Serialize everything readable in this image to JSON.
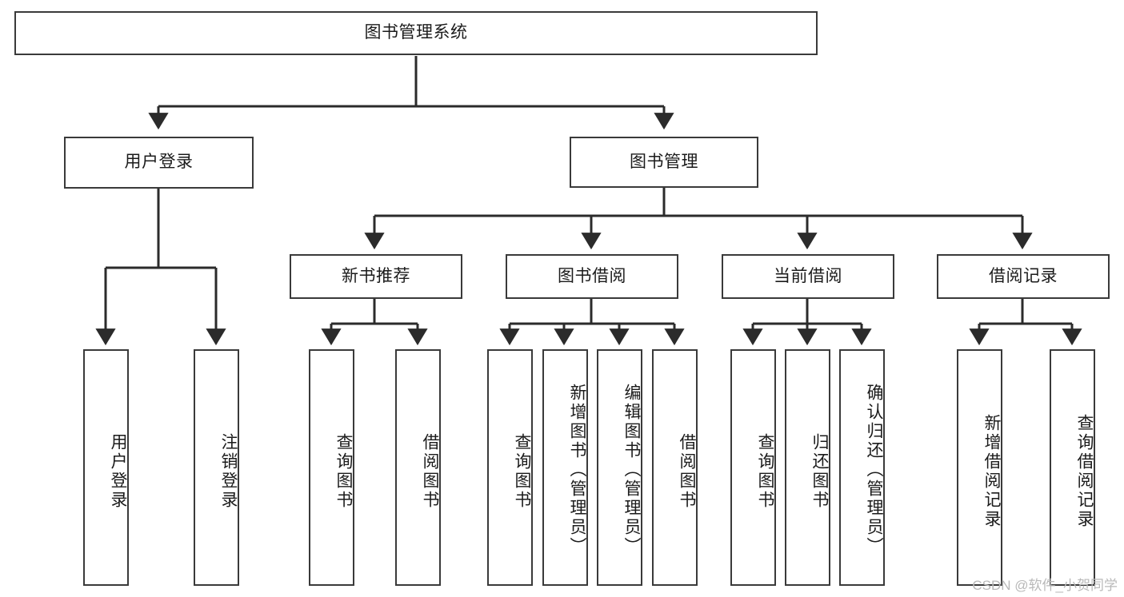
{
  "diagram": {
    "title": "图书管理系统",
    "type": "tree-hierarchy",
    "colors": {
      "background": "#ffffff",
      "box_border": "#3a3a3a",
      "box_fill": "#ffffff",
      "connector": "#2b2b2b",
      "text": "#1b1b1b",
      "watermark": "#b9b9b9"
    },
    "root": {
      "label": "图书管理系统"
    },
    "level1": [
      {
        "label": "用户登录"
      },
      {
        "label": "图书管理"
      }
    ],
    "level2": [
      {
        "label": "新书推荐"
      },
      {
        "label": "图书借阅"
      },
      {
        "label": "当前借阅"
      },
      {
        "label": "借阅记录"
      }
    ],
    "leaves": {
      "user_login": [
        {
          "label": "用户登录"
        },
        {
          "label": "注销登录"
        }
      ],
      "new_book_recommend": [
        {
          "label": "查询图书"
        },
        {
          "label": "借阅图书"
        }
      ],
      "book_borrow": [
        {
          "label": "查询图书"
        },
        {
          "label": "新增图书（管理员）"
        },
        {
          "label": "编辑图书（管理员）"
        },
        {
          "label": "借阅图书"
        }
      ],
      "current_borrow": [
        {
          "label": "查询图书"
        },
        {
          "label": "归还图书"
        },
        {
          "label": "确认归还（管理员）"
        }
      ],
      "borrow_record": [
        {
          "label": "新增借阅记录"
        },
        {
          "label": "查询借阅记录"
        }
      ]
    }
  },
  "watermark": {
    "text": "CSDN @软件_小贺同学"
  }
}
